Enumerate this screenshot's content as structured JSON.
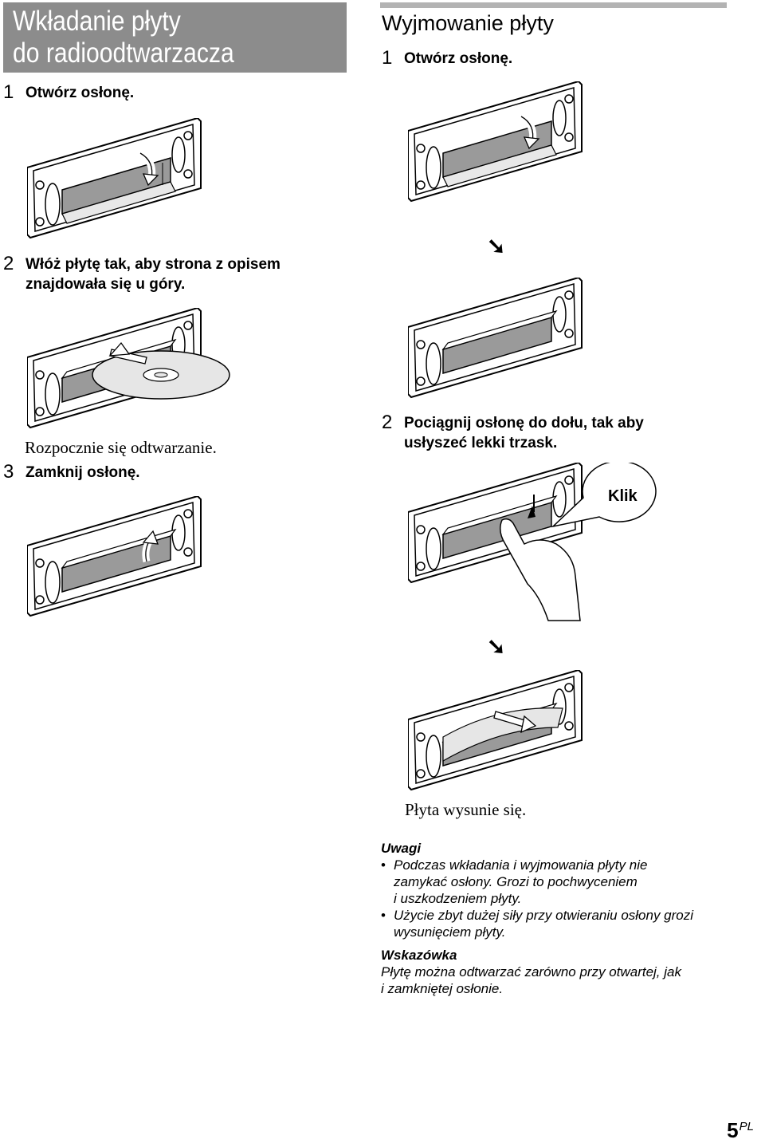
{
  "left": {
    "title_line1": "Wkładanie płyty",
    "title_line2": "do radioodtwarzacza",
    "step1_num": "1",
    "step1_text": "Otwórz osłonę.",
    "step2_num": "2",
    "step2_text_line1": "Włóż płytę tak, aby strona z opisem",
    "step2_text_line2": "znajdowała się u góry.",
    "step2_note": "Rozpocznie się odtwarzanie.",
    "step3_num": "3",
    "step3_text": "Zamknij osłonę."
  },
  "right": {
    "heading": "Wyjmowanie płyty",
    "step1_num": "1",
    "step1_text": "Otwórz osłonę.",
    "step2_num": "2",
    "step2_text_line1": "Pociągnij osłonę do dołu, tak aby",
    "step2_text_line2": "usłyszeć lekki trzask.",
    "callout": "Klik",
    "eject_note": "Płyta wysunie się.",
    "arrow_glyph": "➘"
  },
  "notes": {
    "header": "Uwagi",
    "bullet": "•",
    "item1_line1": "Podczas wkładania i wyjmowania płyty nie",
    "item1_line2": "zamykać osłony. Grozi to pochwyceniem",
    "item1_line3": "i uszkodzeniem płyty.",
    "item2_line1": "Użycie zbyt dużej siły przy otwieraniu osłony grozi",
    "item2_line2": "wysunięciem płyty."
  },
  "tip": {
    "header": "Wskazówka",
    "line1": "Płytę można odtwarzać zarówno przy otwartej, jak",
    "line2": "i zamkniętej osłonie."
  },
  "page": {
    "number": "5",
    "lang": "PL"
  }
}
